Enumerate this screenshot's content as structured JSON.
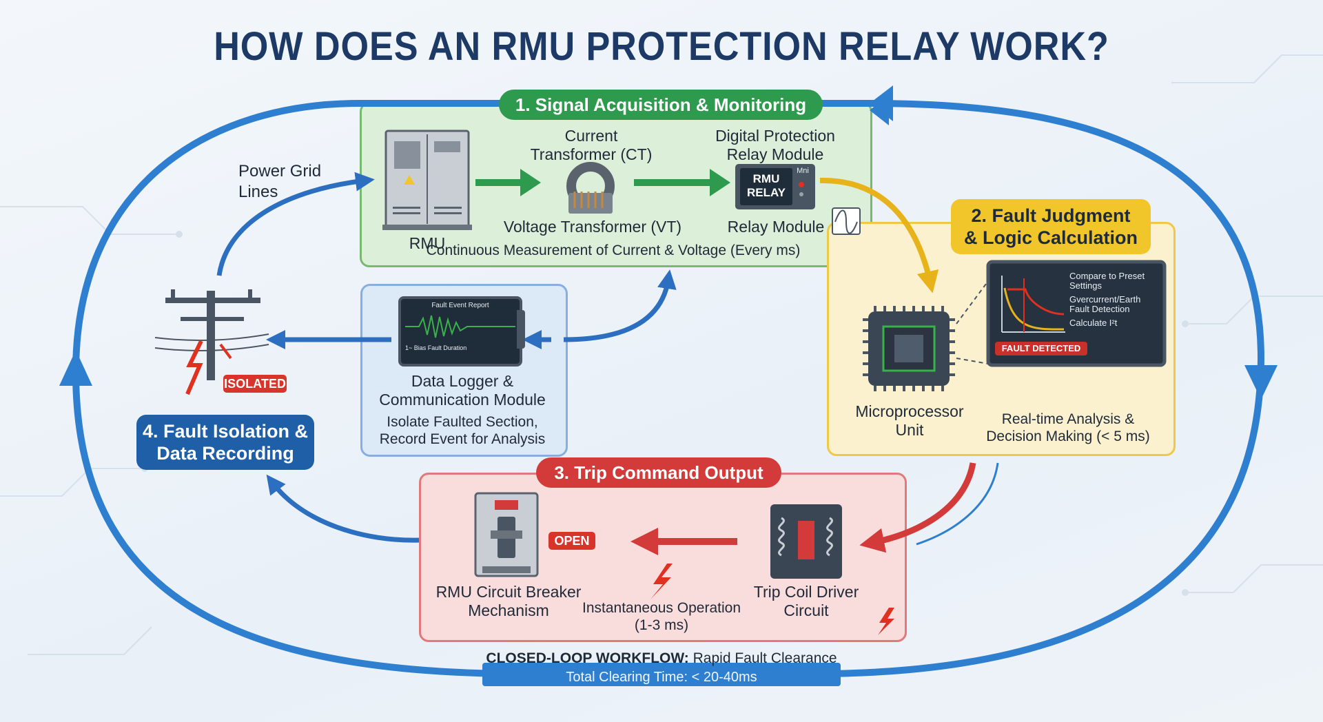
{
  "title": "HOW DOES AN RMU PROTECTION RELAY WORK?",
  "colors": {
    "loop": "#2f7fd0",
    "green": "#2e9a4e",
    "yellow": "#f1c62a",
    "red": "#d33a3a",
    "blue": "#1f5fa8"
  },
  "stage1": {
    "title": "1. Signal Acquisition & Monitoring",
    "rmu_label": "RMU",
    "ct_label": "Current\nTransformer (CT)",
    "relay_label": "Digital Protection\nRelay Module",
    "relay_screen": "RMU\nRELAY",
    "relay_tag": "Mni",
    "vt_label": "Voltage Transformer (VT)",
    "relay_module_label": "Relay Module",
    "measurement": "Continuous Measurement of Current & Voltage (Every ms)"
  },
  "stage2": {
    "title": "2. Fault Judgment\n& Logic Calculation",
    "mcu_label": "Microprocessor\nUnit",
    "analysis": "Real-time Analysis &\nDecision Making (< 5 ms)",
    "bullets": [
      "Compare to Preset\nSettings",
      "Gvercurrent/Earth\nFault Detection",
      "Calculate I²t"
    ],
    "fault_badge": "FAULT DETECTED"
  },
  "stage3": {
    "title": "3. Trip Command Output",
    "breaker_label": "RMU Circuit Breaker\nMechanism",
    "open_badge": "OPEN",
    "operation": "Instantaneous Operation\n(1-3 ms)",
    "trip_label": "Trip Coil Driver\nCircuit"
  },
  "stage4": {
    "title": "4. Fault Isolation &\nData Recording",
    "isolated_badge": "ISOLATED",
    "grid_label": "Power Grid\nLines",
    "logger_label": "Data Logger &\nCommunication Module",
    "logger_desc": "Isolate Faulted Section,\nRecord Event for Analysis",
    "report_title": "Fault Event Report",
    "report_line": "1~ Bias Fault Duration"
  },
  "footer": {
    "workflow_bold": "CLOSED-LOOP WORKFLOW:",
    "workflow_text": " Rapid Fault Clearance",
    "clearing": "Total Clearing Time: < 20-40ms"
  }
}
